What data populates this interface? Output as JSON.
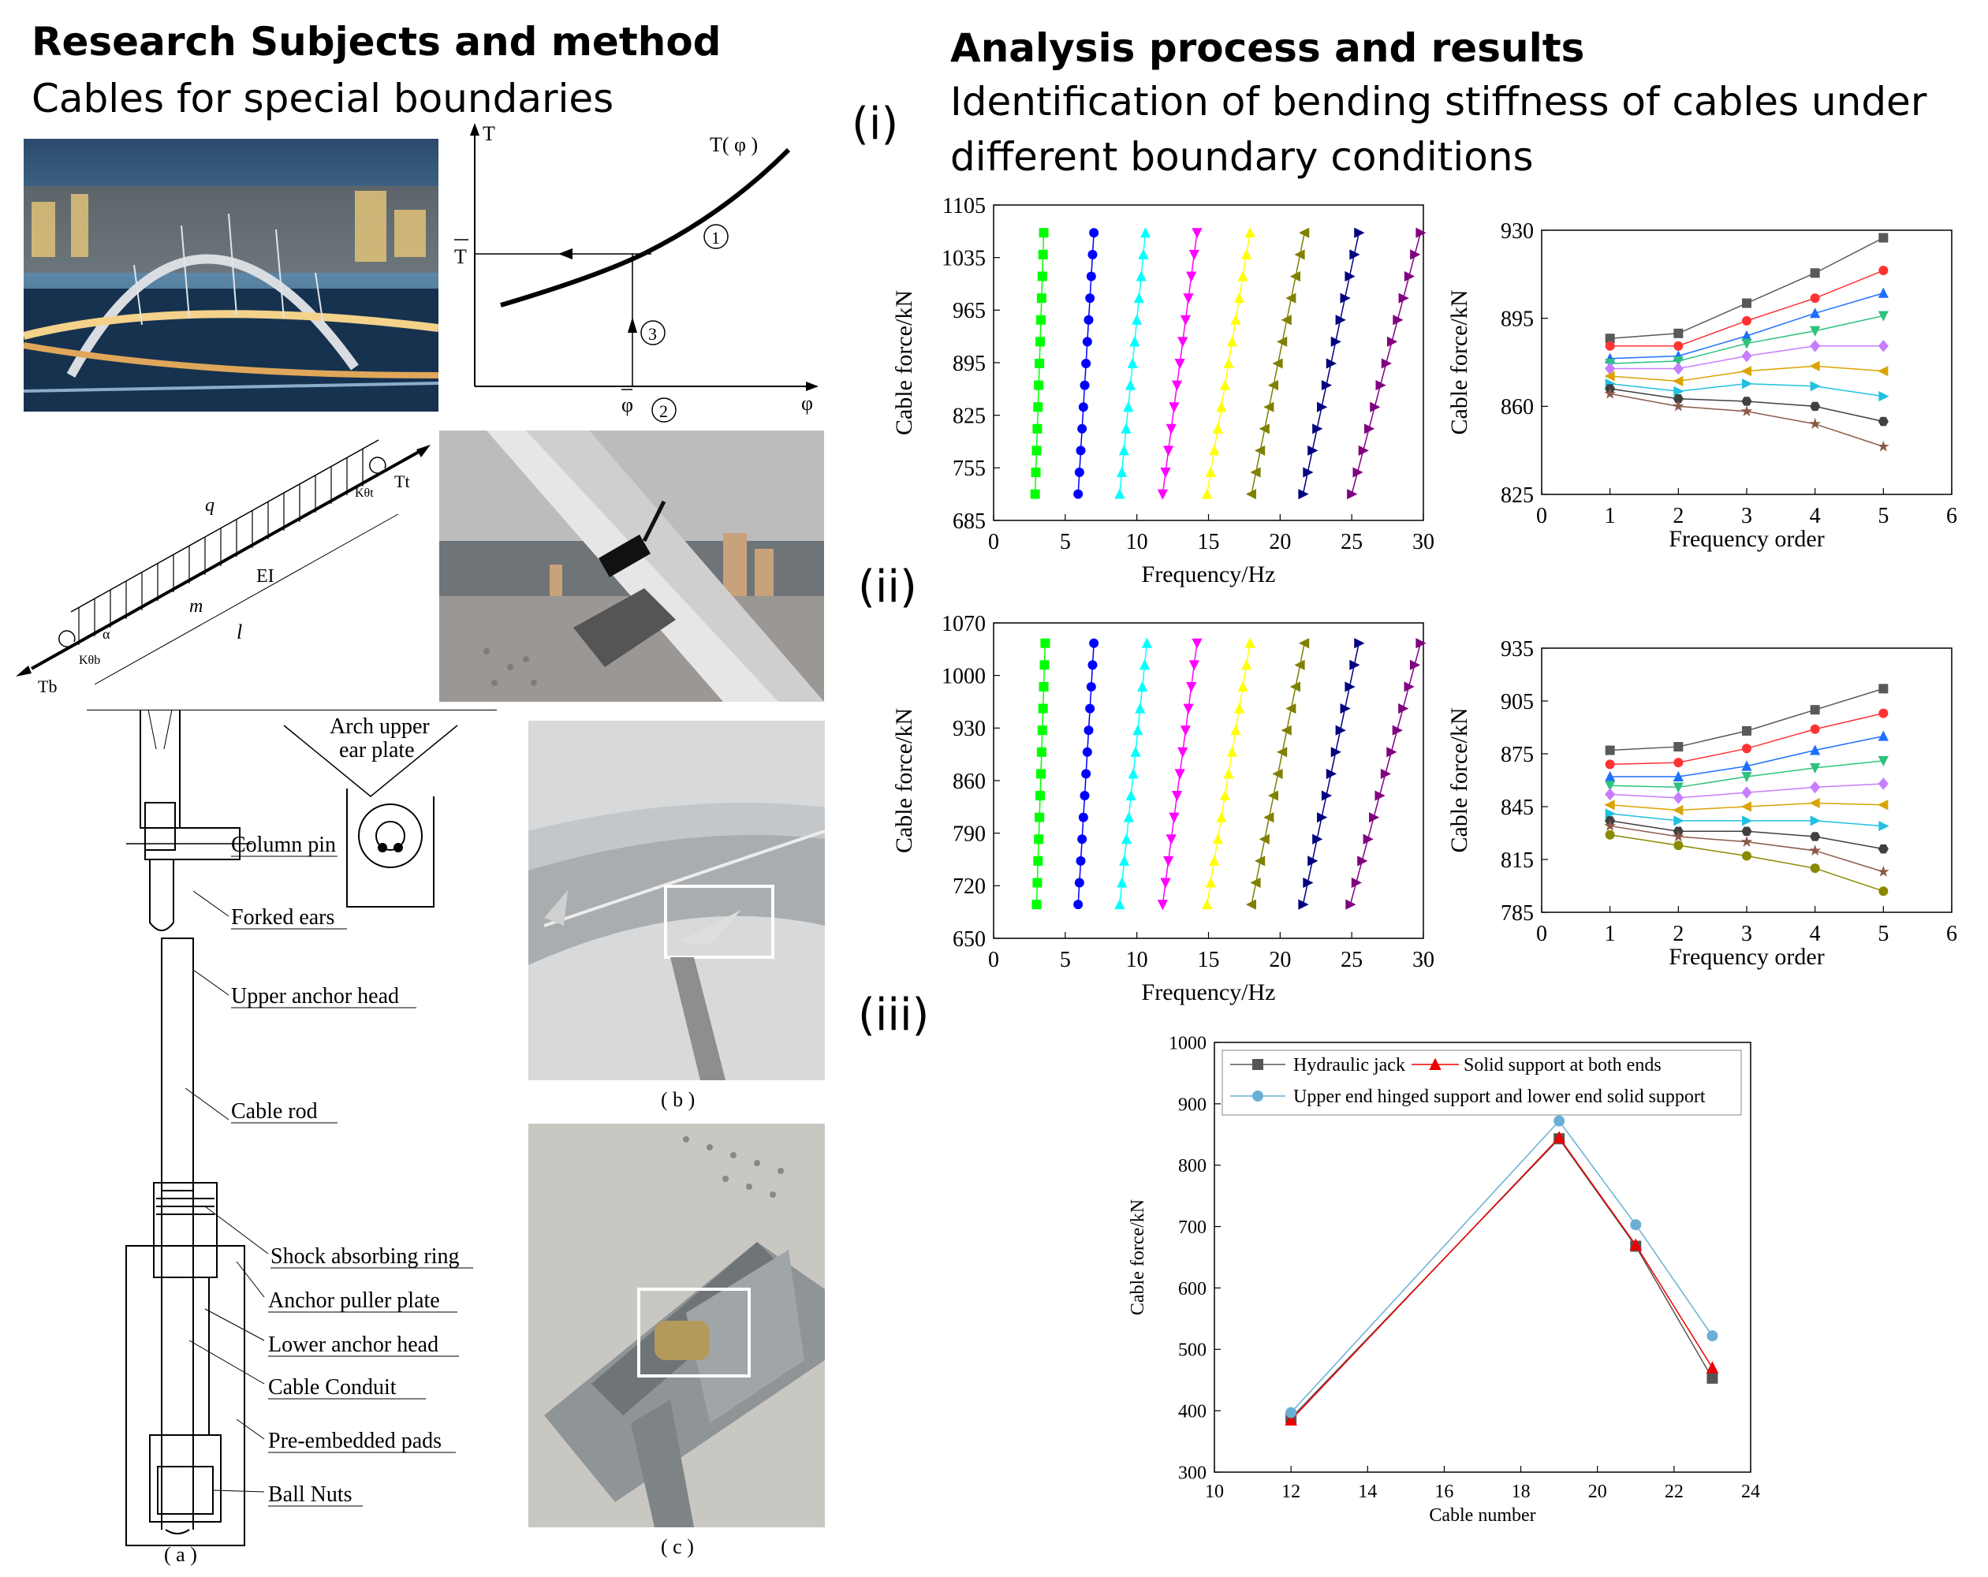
{
  "left": {
    "title": "Research Subjects and method",
    "subtitle": "Cables for special boundaries",
    "curve_diagram": {
      "y_axis_label": "T",
      "x_axis_label": "φ",
      "curve_label": "T( φ )",
      "t_bar_label": "T",
      "phi_bar_label": "φ",
      "step1": "1",
      "step2": "2",
      "step3": "3"
    },
    "cable_model": {
      "load_label": "q",
      "stiffness_label": "EI",
      "mass_label": "m",
      "length_label": "l",
      "top_tension_label": "Tt",
      "top_spring_label": "Kθt",
      "bottom_tension_label": "Tb",
      "bottom_spring_label": "Kθb",
      "angle_label": "α"
    },
    "anchor_drawing": {
      "arch_plate_line1": "Arch upper",
      "arch_plate_line2": "ear plate",
      "labels_upper": [
        "Column pin",
        "Forked ears",
        "Upper anchor head",
        "Cable rod"
      ],
      "labels_lower": [
        "Shock absorbing ring",
        "Anchor puller plate",
        "Lower anchor head",
        "Cable Conduit",
        "Pre-embedded pads",
        "Ball Nuts"
      ],
      "caption_a": "( a )",
      "caption_b": "( b )",
      "caption_c": "( c )"
    }
  },
  "right": {
    "title": "Analysis process and results",
    "subtitle_line1": "Identification of bending stiffness of cables under",
    "subtitle_line2": "different boundary conditions",
    "label_i": "(i)",
    "label_ii": "(ii)",
    "label_iii": "(iii)"
  },
  "colors": {
    "series_freq": [
      "#00ff00",
      "#0000ff",
      "#00ffff",
      "#ff00ff",
      "#ffff00",
      "#808000",
      "#000080",
      "#800080"
    ],
    "series_order": [
      "#595959",
      "#ff3333",
      "#1f6fff",
      "#2ec27e",
      "#c77dff",
      "#d9a400",
      "#22c0e0",
      "#404040",
      "#8b5a4a",
      "#8a8a00",
      "#ff7f0e"
    ],
    "hydraulic": "#555555",
    "solid": "#ee0000",
    "hinged": "#6baed6"
  },
  "chart_data": [
    {
      "id": "freq-i",
      "type": "line",
      "xlabel": "Frequency/Hz",
      "ylabel": "Cable force/kN",
      "xlim": [
        0,
        30
      ],
      "ylim": [
        685,
        1105
      ],
      "xticks": [
        "0",
        "5",
        "10",
        "15",
        "20",
        "25",
        "30"
      ],
      "yticks": [
        "685",
        "755",
        "825",
        "895",
        "965",
        "1035",
        "1105"
      ],
      "y_values": [
        720,
        749,
        778,
        807,
        836,
        865,
        894,
        923,
        952,
        981,
        1010,
        1039,
        1068
      ],
      "series": [
        {
          "marker": "square",
          "x_start": 2.9,
          "x_end": 3.5
        },
        {
          "marker": "circle",
          "x_start": 5.9,
          "x_end": 7.0
        },
        {
          "marker": "triangle-up",
          "x_start": 8.8,
          "x_end": 10.6
        },
        {
          "marker": "triangle-down",
          "x_start": 11.8,
          "x_end": 14.2
        },
        {
          "marker": "triangle-up",
          "x_start": 14.9,
          "x_end": 17.9
        },
        {
          "marker": "triangle-left",
          "x_start": 18.0,
          "x_end": 21.7
        },
        {
          "marker": "triangle-right",
          "x_start": 21.6,
          "x_end": 25.5
        },
        {
          "marker": "triangle-right",
          "x_start": 25.0,
          "x_end": 29.8
        }
      ]
    },
    {
      "id": "order-i",
      "type": "line",
      "xlabel": "Frequency order",
      "ylabel": "Cable force/kN",
      "xlim": [
        0,
        6
      ],
      "ylim": [
        825,
        930
      ],
      "xticks": [
        "0",
        "1",
        "2",
        "3",
        "4",
        "5",
        "6"
      ],
      "yticks": [
        "825",
        "860",
        "895",
        "930"
      ],
      "x": [
        1,
        2,
        3,
        4,
        5
      ],
      "series": [
        {
          "marker": "square",
          "values": [
            887,
            889,
            901,
            913,
            927
          ]
        },
        {
          "marker": "circle",
          "values": [
            884,
            884,
            894,
            903,
            914
          ]
        },
        {
          "marker": "triangle-up",
          "values": [
            879,
            880,
            888,
            897,
            905
          ]
        },
        {
          "marker": "triangle-down",
          "values": [
            877,
            878,
            885,
            890,
            896
          ]
        },
        {
          "marker": "diamond",
          "values": [
            875,
            875,
            880,
            884,
            884
          ]
        },
        {
          "marker": "triangle-left",
          "values": [
            872,
            870,
            874,
            876,
            874
          ]
        },
        {
          "marker": "triangle-right",
          "values": [
            869,
            866,
            869,
            868,
            864
          ]
        },
        {
          "marker": "hexagon",
          "values": [
            867,
            863,
            862,
            860,
            854
          ]
        },
        {
          "marker": "star",
          "values": [
            865,
            860,
            858,
            853,
            844
          ]
        }
      ]
    },
    {
      "id": "freq-ii",
      "type": "line",
      "xlabel": "Frequency/Hz",
      "ylabel": "Cable force/kN",
      "xlim": [
        0,
        30
      ],
      "ylim": [
        650,
        1070
      ],
      "xticks": [
        "0",
        "5",
        "10",
        "15",
        "20",
        "25",
        "30"
      ],
      "yticks": [
        "650",
        "720",
        "790",
        "860",
        "930",
        "1000",
        "1070"
      ],
      "y_values": [
        695,
        724,
        753,
        782,
        811,
        840,
        869,
        898,
        927,
        956,
        985,
        1014,
        1043
      ],
      "series": [
        {
          "marker": "square",
          "x_start": 3.0,
          "x_end": 3.6
        },
        {
          "marker": "circle",
          "x_start": 5.9,
          "x_end": 7.0
        },
        {
          "marker": "triangle-up",
          "x_start": 8.8,
          "x_end": 10.7
        },
        {
          "marker": "triangle-down",
          "x_start": 11.8,
          "x_end": 14.2
        },
        {
          "marker": "triangle-up",
          "x_start": 14.9,
          "x_end": 17.9
        },
        {
          "marker": "triangle-left",
          "x_start": 18.0,
          "x_end": 21.7
        },
        {
          "marker": "triangle-right",
          "x_start": 21.6,
          "x_end": 25.5
        },
        {
          "marker": "triangle-right",
          "x_start": 24.9,
          "x_end": 29.8
        }
      ]
    },
    {
      "id": "order-ii",
      "type": "line",
      "xlabel": "Frequency order",
      "ylabel": "Cable force/kN",
      "xlim": [
        0,
        6
      ],
      "ylim": [
        785,
        935
      ],
      "xticks": [
        "0",
        "1",
        "2",
        "3",
        "4",
        "5",
        "6"
      ],
      "yticks": [
        "785",
        "815",
        "845",
        "875",
        "905",
        "935"
      ],
      "x": [
        1,
        2,
        3,
        4,
        5
      ],
      "series": [
        {
          "marker": "square",
          "values": [
            877,
            879,
            888,
            900,
            912
          ]
        },
        {
          "marker": "circle",
          "values": [
            869,
            870,
            878,
            889,
            898
          ]
        },
        {
          "marker": "triangle-up",
          "values": [
            862,
            862,
            868,
            877,
            885
          ]
        },
        {
          "marker": "triangle-down",
          "values": [
            857,
            856,
            862,
            867,
            871
          ]
        },
        {
          "marker": "diamond",
          "values": [
            852,
            850,
            853,
            856,
            858
          ]
        },
        {
          "marker": "triangle-left",
          "values": [
            846,
            843,
            845,
            847,
            846
          ]
        },
        {
          "marker": "triangle-right",
          "values": [
            841,
            837,
            837,
            837,
            834
          ]
        },
        {
          "marker": "hexagon",
          "values": [
            837,
            831,
            831,
            828,
            821
          ]
        },
        {
          "marker": "star",
          "values": [
            834,
            828,
            825,
            820,
            808
          ]
        },
        {
          "marker": "circle",
          "values": [
            829,
            823,
            817,
            810,
            797
          ]
        }
      ]
    },
    {
      "id": "cable-number",
      "type": "line",
      "xlabel": "Cable number",
      "ylabel": "Cable force/kN",
      "xlim": [
        10,
        24
      ],
      "ylim": [
        300,
        1000
      ],
      "xticks": [
        "10",
        "12",
        "14",
        "16",
        "18",
        "20",
        "22",
        "24"
      ],
      "yticks": [
        "300",
        "400",
        "500",
        "600",
        "700",
        "800",
        "900",
        "1000"
      ],
      "x": [
        12,
        19,
        21,
        23
      ],
      "series": [
        {
          "name": "Hydraulic jack",
          "marker": "square",
          "values": [
            388,
            843,
            668,
            453
          ]
        },
        {
          "name": "Solid support at both ends",
          "marker": "triangle-up",
          "values": [
            385,
            845,
            670,
            470
          ]
        },
        {
          "name": "Upper end hinged support and lower end solid support",
          "marker": "circle",
          "values": [
            397,
            872,
            703,
            522
          ]
        }
      ],
      "legend": "top-left"
    }
  ]
}
